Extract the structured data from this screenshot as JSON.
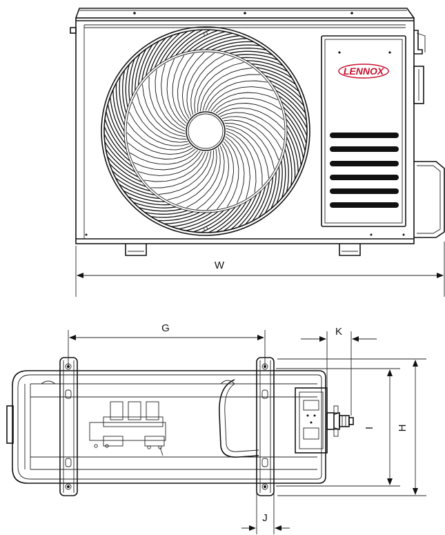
{
  "brand": {
    "logo_text": "LENNOX",
    "logo_color": "#c8102e"
  },
  "dimensions": {
    "width": "W",
    "bracket_spacing": "G",
    "valve_offset": "K",
    "inner_depth": "I",
    "overall_depth": "H",
    "bracket_width": "J"
  },
  "colors": {
    "line": "#111111",
    "background": "#ffffff"
  }
}
